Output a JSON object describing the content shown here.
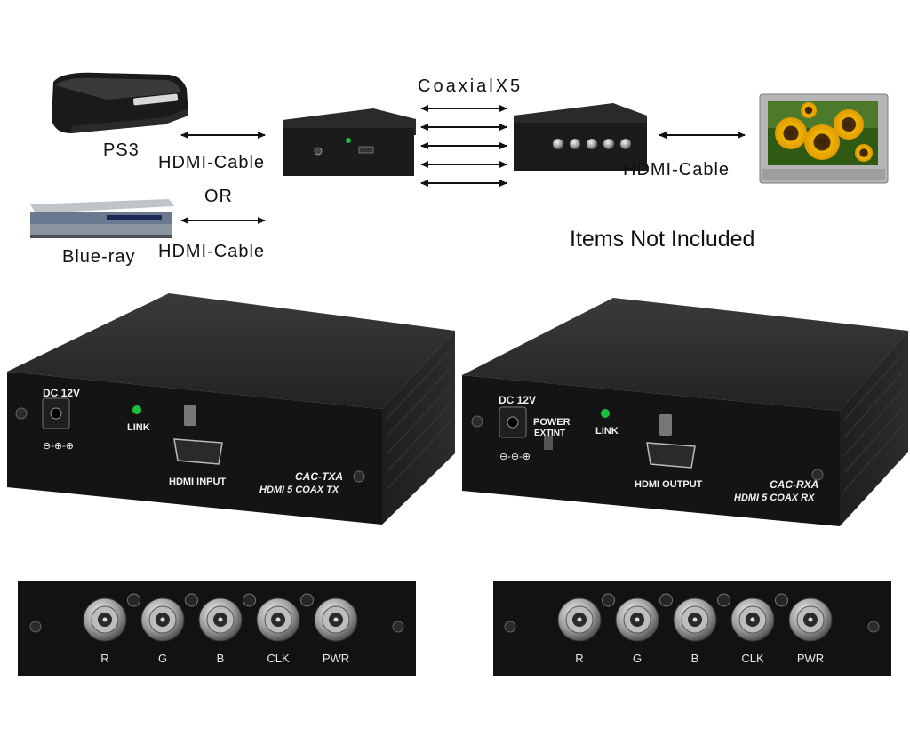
{
  "labels": {
    "ps3": "PS3",
    "hdmi_cable_1": "HDMI-Cable",
    "or": "OR",
    "blueray": "Blue-ray",
    "hdmi_cable_2": "HDMI-Cable",
    "coaxial": "CoaxialX5",
    "hdmi_cable_3": "HDMI-Cable",
    "items_not_included": "Items Not Included"
  },
  "tx_unit": {
    "dc": "DC 12V",
    "link": "LINK",
    "port": "HDMI INPUT",
    "model": "CAC-TXA",
    "desc": "HDMI 5 COAX TX"
  },
  "rx_unit": {
    "dc": "DC 12V",
    "power": "POWER",
    "ext": "EXT",
    "int": "INT",
    "link": "LINK",
    "port": "HDMI OUTPUT",
    "model": "CAC-RXA",
    "desc": "HDMI 5 COAX RX"
  },
  "connectors": [
    "R",
    "G",
    "B",
    "CLK",
    "PWR"
  ],
  "colors": {
    "device_body": "#1c1c1c",
    "device_face": "#111111",
    "led": "#19c23a",
    "arrow": "#111111"
  }
}
